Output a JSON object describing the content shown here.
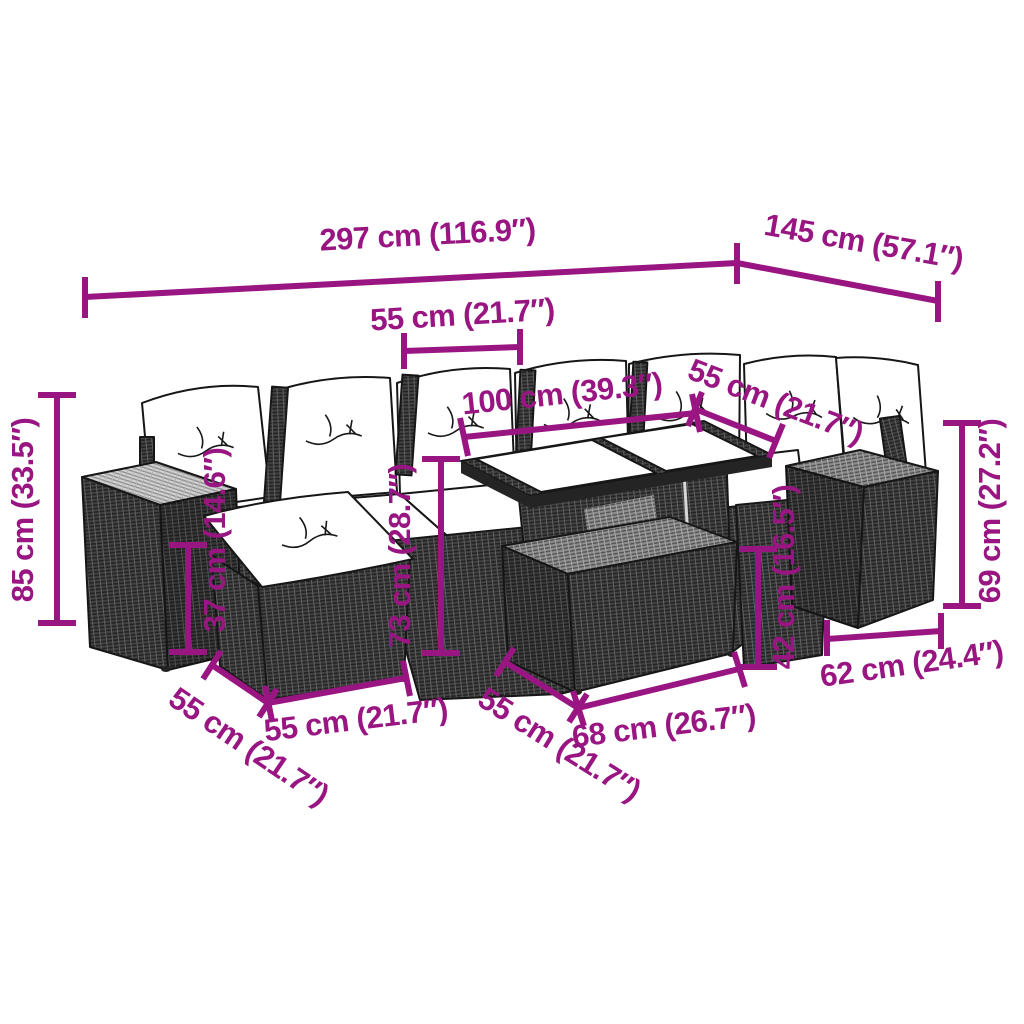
{
  "accent_color": "#991682",
  "figure": {
    "kind": "furniture-dimension-diagram",
    "background": "#ffffff",
    "sketch_dark_color": "#3f3f3f",
    "cushion_color": "#ffffff"
  },
  "dims": {
    "overall_width": "297 cm (116.9″)",
    "right_section_length": "145 cm (57.1″)",
    "back_cushion_width": "55 cm (21.7″)",
    "table_top_length": "100 cm (39.3″)",
    "right_seat_depth": "55 cm (21.7″)",
    "total_height": "85 cm (33.5″)",
    "seat_height": "37 cm (14.6″)",
    "back_height": "73 cm (28.7″)",
    "ottoman_height": "42 cm (16.5″)",
    "armrest_height": "69 cm (27.2″)",
    "armrest_depth": "62 cm (24.4″)",
    "ottoman_width": "68 cm (26.7″)",
    "stool_depth": "55 cm (21.7″)",
    "stool_width": "55 cm (21.7″)",
    "ottoman_depth": "55 cm (21.7″)"
  }
}
